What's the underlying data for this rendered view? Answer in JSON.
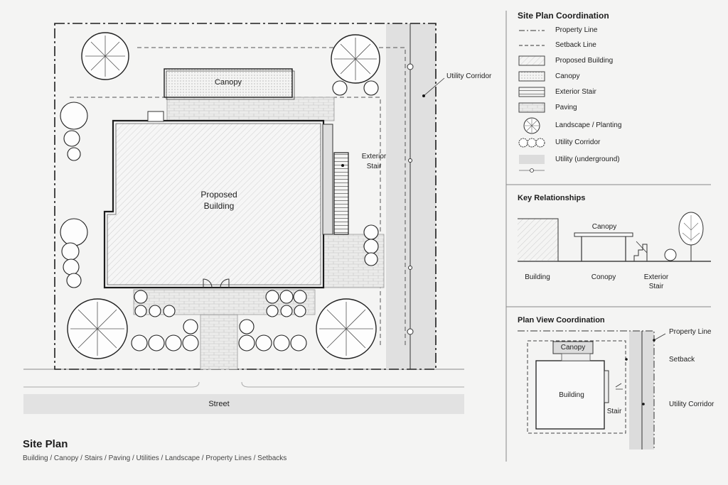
{
  "plan": {
    "canopy_label": "Canopy",
    "building_label_1": "Proposed",
    "building_label_2": "Building",
    "stair_label_1": "Exterior",
    "stair_label_2": "Stair",
    "utility_corridor_label": "Utility Corridor",
    "street_label": "Street"
  },
  "footer": {
    "title": "Site Plan",
    "subtitle": "Building / Canopy / Stairs / Paving / Utilities / Landscape / Property Lines / Setbacks"
  },
  "legend": {
    "title": "Site Plan Coordination",
    "items": [
      {
        "label": "Property Line",
        "icon": "dash-dot-line-icon"
      },
      {
        "label": "Setback Line",
        "icon": "dashed-line-icon"
      },
      {
        "label": "Proposed Building",
        "icon": "hatched-rect-icon"
      },
      {
        "label": "Canopy",
        "icon": "dotted-rect-icon"
      },
      {
        "label": "Exterior Stair",
        "icon": "striped-rect-icon"
      },
      {
        "label": "Paving",
        "icon": "brick-rect-icon"
      },
      {
        "label": "Landscape / Planting",
        "icon": "tree-icon"
      },
      {
        "label": "Utility Corridor",
        "icon": "shrub-row-icon"
      },
      {
        "label": "Utility (underground)",
        "icon": "gray-band-icon"
      }
    ]
  },
  "key_relationships": {
    "title": "Key Relationships",
    "canopy_label": "Canopy",
    "building_label": "Building",
    "conopy_label": "Conopy",
    "stair_label_1": "Exterior",
    "stair_label_2": "Stair"
  },
  "plan_view": {
    "title": "Plan View Coordination",
    "canopy_label": "Canopy",
    "building_label": "Building",
    "stair_label": "Stair",
    "property_line_label": "Property Line",
    "setback_label": "Setback",
    "utility_corridor_label": "Utility Corridor"
  },
  "colors": {
    "background": "#f4f4f3",
    "line": "#1d1d1d",
    "utility_band": "#dcdcdc",
    "street": "#e2e2e2"
  }
}
